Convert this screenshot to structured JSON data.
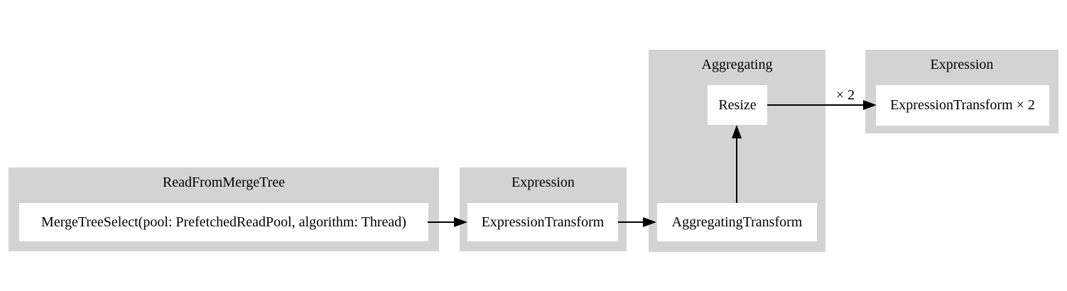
{
  "diagram": {
    "kind": "query-pipeline-graph",
    "colors": {
      "background": "#ffffff",
      "cluster_fill": "#d3d3d3",
      "node_fill": "#ffffff",
      "edge": "#000000",
      "text": "#000000"
    },
    "clusters": [
      {
        "title": "ReadFromMergeTree",
        "nodes": [
          "MergeTreeSelect(pool: PrefetchedReadPool, algorithm: Thread)"
        ]
      },
      {
        "title": "Expression",
        "nodes": [
          "ExpressionTransform"
        ]
      },
      {
        "title": "Aggregating",
        "nodes": [
          "Resize",
          "AggregatingTransform"
        ]
      },
      {
        "title": "Expression",
        "nodes": [
          "ExpressionTransform × 2"
        ]
      }
    ],
    "edges": [
      {
        "from": "MergeTreeSelect(pool: PrefetchedReadPool, algorithm: Thread)",
        "to": "ExpressionTransform",
        "label": ""
      },
      {
        "from": "ExpressionTransform",
        "to": "AggregatingTransform",
        "label": ""
      },
      {
        "from": "AggregatingTransform",
        "to": "Resize",
        "label": ""
      },
      {
        "from": "Resize",
        "to": "ExpressionTransform × 2",
        "label": "× 2"
      }
    ]
  }
}
